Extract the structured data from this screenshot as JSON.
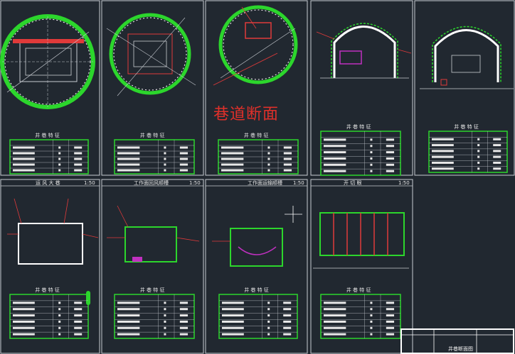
{
  "drawing": {
    "main_label": "巷道断面",
    "title_block_label": "井巷断面图"
  },
  "sheets": [
    {
      "id": "s1",
      "header": "",
      "scale": "",
      "table_title": "井 巷 特 征"
    },
    {
      "id": "s2",
      "header": "",
      "scale": "",
      "table_title": "井 巷 特 征"
    },
    {
      "id": "s3",
      "header": "",
      "scale": "",
      "table_title": "井 巷 特 征"
    },
    {
      "id": "s4",
      "header": "",
      "scale": "",
      "table_title": "井 巷 特 征"
    },
    {
      "id": "s5",
      "header": "",
      "scale": "",
      "table_title": "井 巷 特 征"
    },
    {
      "id": "s6",
      "header": "运 风 大 巷",
      "scale": "1:50",
      "table_title": "井 巷 特 征"
    },
    {
      "id": "s7",
      "header": "工作面回风顺槽",
      "scale": "1:50",
      "table_title": "井 巷 特 征"
    },
    {
      "id": "s8",
      "header": "工作面运输顺槽",
      "scale": "1:50",
      "table_title": "井 巷 特 征"
    },
    {
      "id": "s9",
      "header": "开 切 眼",
      "scale": "1:50",
      "table_title": "井 巷 特 征"
    }
  ],
  "colors": {
    "background": "#212830",
    "frame": "#c8ccd2",
    "lining": "#2cd62c",
    "leader": "#e03a3a",
    "accent": "#c030c0",
    "label": "#e0302a"
  }
}
